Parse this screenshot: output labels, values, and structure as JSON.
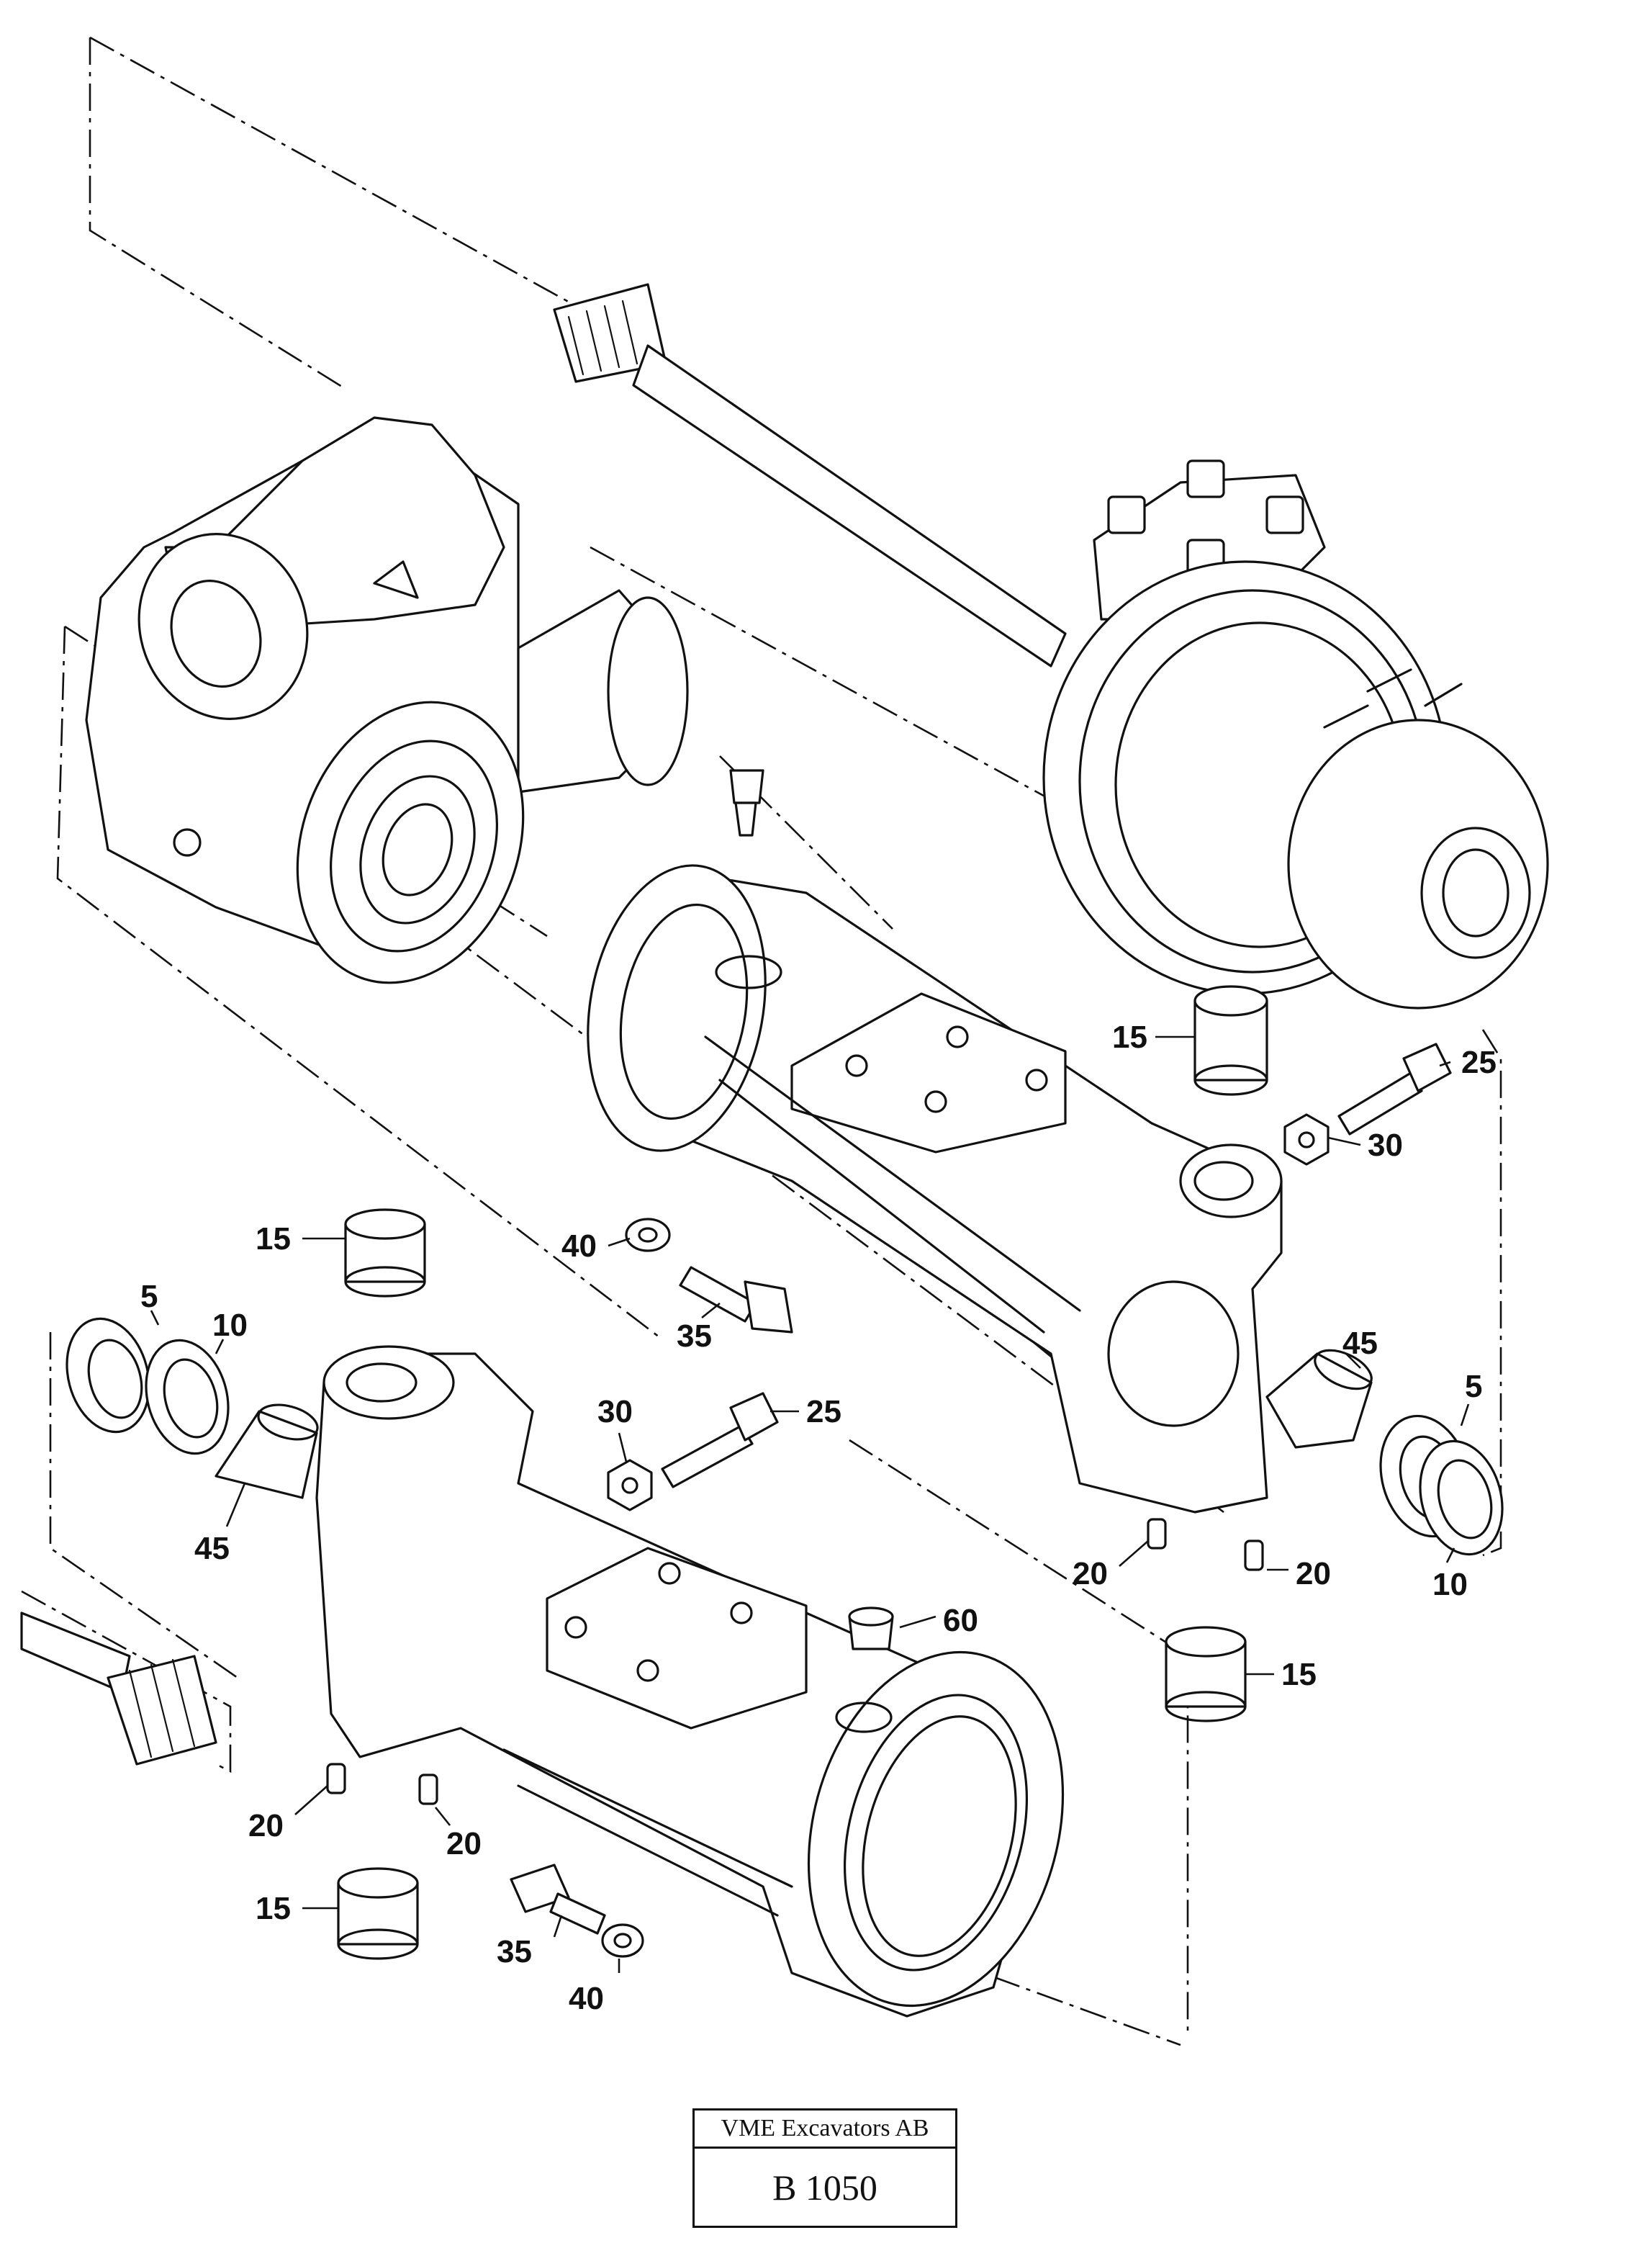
{
  "callouts": [
    {
      "id": "c15a",
      "text": "15"
    },
    {
      "id": "c25a",
      "text": "25"
    },
    {
      "id": "c30a",
      "text": "30"
    },
    {
      "id": "c15b",
      "text": "15"
    },
    {
      "id": "c40a",
      "text": "40"
    },
    {
      "id": "c35a",
      "text": "35"
    },
    {
      "id": "c5a",
      "text": "5"
    },
    {
      "id": "c10a",
      "text": "10"
    },
    {
      "id": "c45a",
      "text": "45"
    },
    {
      "id": "c30b",
      "text": "30"
    },
    {
      "id": "c25b",
      "text": "25"
    },
    {
      "id": "c45b",
      "text": "45"
    },
    {
      "id": "c5b",
      "text": "5"
    },
    {
      "id": "c10b",
      "text": "10"
    },
    {
      "id": "c20a",
      "text": "20"
    },
    {
      "id": "c20b",
      "text": "20"
    },
    {
      "id": "c60",
      "text": "60"
    },
    {
      "id": "c15c",
      "text": "15"
    },
    {
      "id": "c20c",
      "text": "20"
    },
    {
      "id": "c20d",
      "text": "20"
    },
    {
      "id": "c15d",
      "text": "15"
    },
    {
      "id": "c35b",
      "text": "35"
    },
    {
      "id": "c40b",
      "text": "40"
    }
  ],
  "title_block": {
    "company": "VME Excavators AB",
    "drawing_code": "B 1050"
  }
}
